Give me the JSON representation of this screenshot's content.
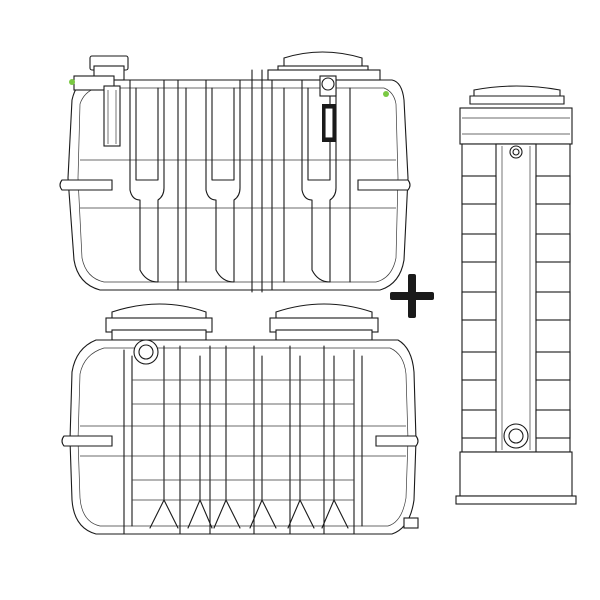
{
  "diagram": {
    "components": [
      {
        "id": "upper-tank",
        "kind": "tank-side-view"
      },
      {
        "id": "lower-tank",
        "kind": "tank-front-view"
      },
      {
        "id": "column-tank",
        "kind": "vertical-tank"
      }
    ],
    "connector_symbol": "+",
    "colors": {
      "line": "#1a1a1a",
      "background": "#ffffff",
      "accent_green": "#7ac943"
    }
  }
}
